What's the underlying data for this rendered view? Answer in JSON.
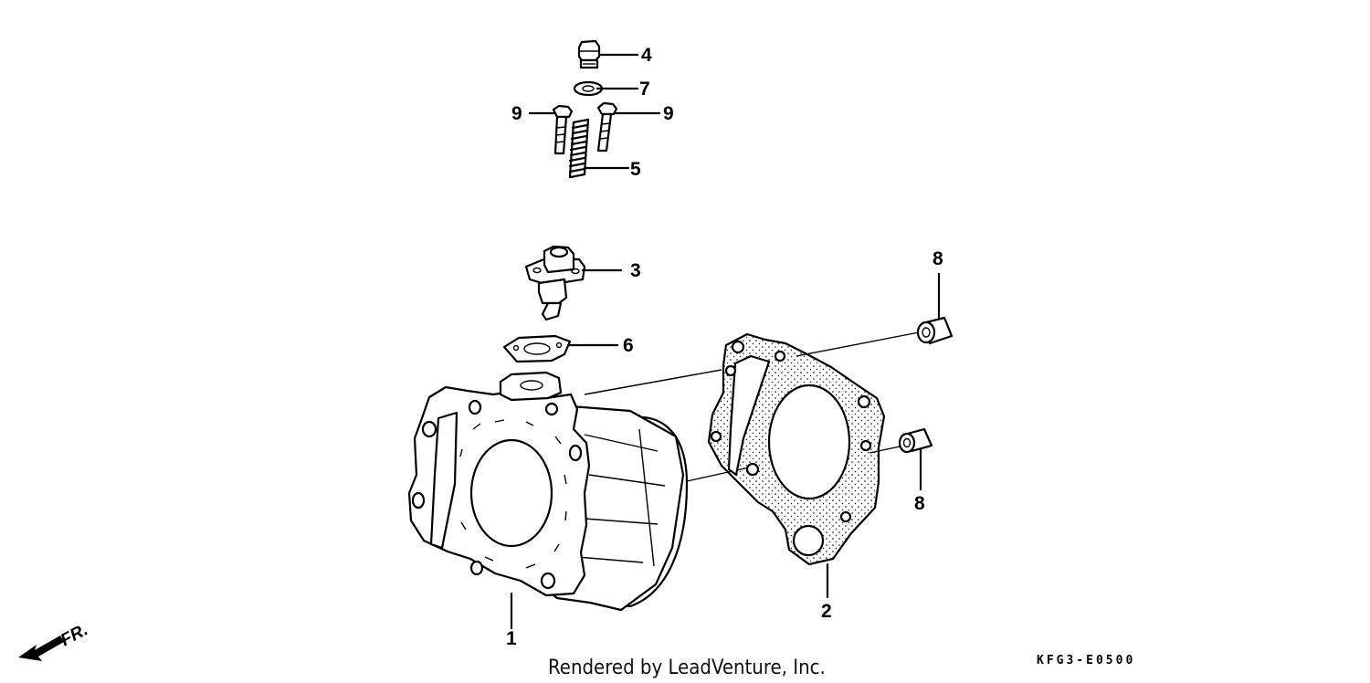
{
  "diagram": {
    "callouts": {
      "c1": "1",
      "c2": "2",
      "c3": "3",
      "c4": "4",
      "c5": "5",
      "c6": "6",
      "c7": "7",
      "c8_top": "8",
      "c8_bottom": "8",
      "c9_left": "9",
      "c9_right": "9"
    },
    "direction_label": "FR.",
    "credit": "Rendered by LeadVenture, Inc.",
    "diagram_code": "KFG3-E0500"
  }
}
